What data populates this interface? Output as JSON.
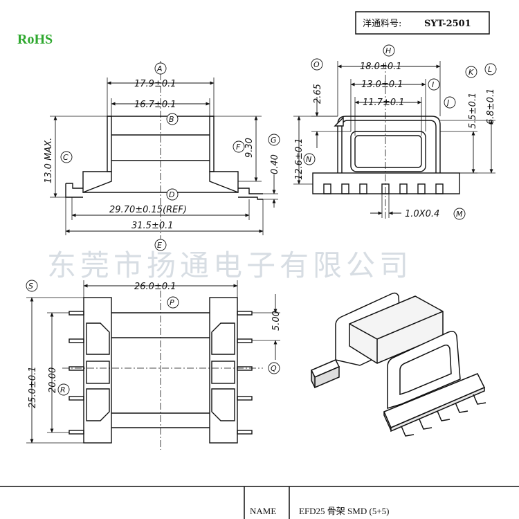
{
  "header": {
    "rohs": "RoHS",
    "part_number_label": "洋通料号:",
    "part_number": "SYT-2501"
  },
  "watermark": "东莞市扬通电子有限公司",
  "bottom_bar": {
    "name_label": "NAME",
    "name_value": "EFD25  骨架 SMD (5+5)"
  },
  "front_view": {
    "dims": {
      "a": "17.9±0.1",
      "b": "16.7±0.1",
      "c": "13.0 MAX.",
      "d": "29.70±0.15(REF)",
      "e": "31.5±0.1",
      "f": "9.30",
      "g": "0.40"
    },
    "labels": {
      "a": "A",
      "b": "B",
      "c": "C",
      "d": "D",
      "e": "E",
      "f": "F",
      "g": "G"
    }
  },
  "side_view": {
    "dims": {
      "h": "18.0±0.1",
      "i": "13.0±0.1",
      "j": "11.7±0.1",
      "k": "5.5±0.1",
      "l": "6.8±0.1",
      "m": "1.0X0.4",
      "n": "12.6±0.1",
      "o": "2.65"
    },
    "labels": {
      "h": "H",
      "i": "I",
      "j": "J",
      "k": "K",
      "l": "L",
      "m": "M",
      "n": "N",
      "o": "O"
    }
  },
  "bottom_view": {
    "dims": {
      "p": "26.0±0.1",
      "q": "5.00",
      "r": "20.00",
      "s": "25.0±0.1"
    },
    "labels": {
      "p": "P",
      "q": "Q",
      "r": "R",
      "s": "S"
    }
  }
}
